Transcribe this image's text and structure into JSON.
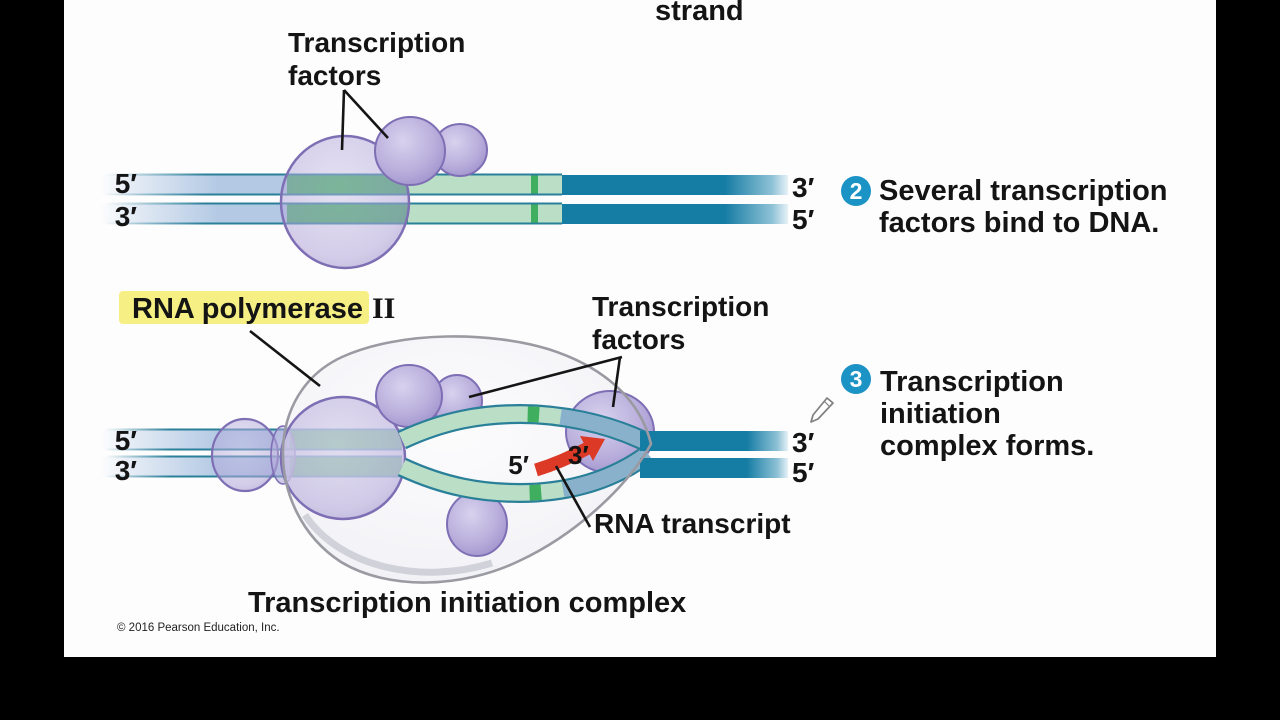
{
  "colors": {
    "frame": "#000000",
    "canvas": "#fdfdfd",
    "text": "#141414",
    "badge_blue": "#1b93c5",
    "badge_text": "#ffffff",
    "dna_blue": "#b3c9e4",
    "dna_pale_green": "#bbdfc6",
    "dna_bright_green": "#3fae5e",
    "dna_teal": "#157ca4",
    "dna_edge": "#2a7f99",
    "template_blue": "#8ab1cb",
    "blob_stroke": "#7e6fb5",
    "envelope_stroke": "#9a9aa2",
    "rna_red": "#dc3a26",
    "highlight_yellow": "#f3ec6e",
    "pencil_gray": "#808080"
  },
  "top_label": {
    "text": "strand"
  },
  "diagram1": {
    "tf_label": {
      "line1": "Transcription",
      "line2": "factors"
    },
    "dna_left_top": "5′",
    "dna_left_bottom": "3′",
    "dna_right_top": "3′",
    "dna_right_bottom": "5′"
  },
  "step2": {
    "number": "2",
    "line1": "Several transcription",
    "line2": "factors bind to DNA."
  },
  "diagram2": {
    "polymerase_label": "RNA polymerase",
    "polymerase_numeral": "II",
    "tf_label": {
      "line1": "Transcription",
      "line2": "factors"
    },
    "dna_left_top": "5′",
    "dna_left_bottom": "3′",
    "dna_right_top": "3′",
    "dna_right_bottom": "5′",
    "rna_five": "5′",
    "rna_three": "3′",
    "rna_label": "RNA transcript",
    "caption": "Transcription initiation complex"
  },
  "step3": {
    "number": "3",
    "line1": "Transcription",
    "line2": "initiation",
    "line3": "complex forms."
  },
  "footer": {
    "copyright": "© 2016 Pearson Education, Inc."
  }
}
